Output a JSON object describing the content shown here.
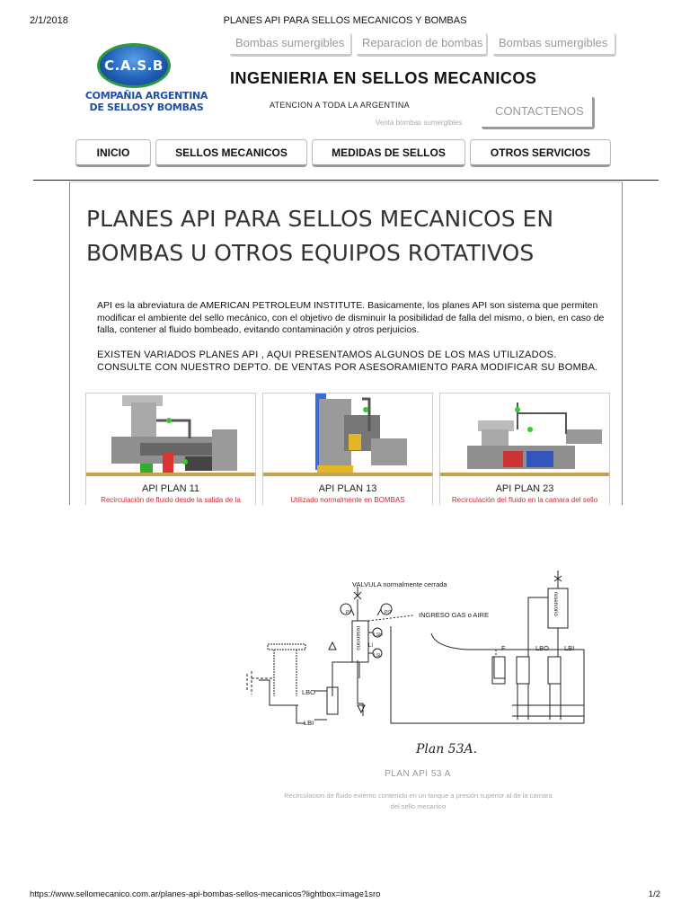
{
  "print_header": {
    "date": "2/1/2018",
    "title": "PLANES API PARA SELLOS MECANICOS Y BOMBAS"
  },
  "logo": {
    "mark": "C.A.S.B",
    "line1": "COMPAÑIA ARGENTINA",
    "line2": "DE SELLOSY BOMBAS",
    "colors": {
      "blue": "#1f5fb8",
      "green": "#2e9a3c"
    }
  },
  "top_links": [
    "Bombas sumergibles",
    "Reparacion de bombas",
    "Bombas sumergibles"
  ],
  "header": {
    "title": "INGENIERIA EN SELLOS MECANICOS",
    "attention": "ATENCION A TODA LA ARGENTINA",
    "small_link": "Venta bombas sumergibles",
    "contact_button": "CONTACTENOS"
  },
  "nav": [
    "INICIO",
    "SELLOS MECANICOS",
    "MEDIDAS DE SELLOS",
    "OTROS SERVICIOS"
  ],
  "content": {
    "headline": "PLANES API  PARA SELLOS MECANICOS EN BOMBAS U OTROS EQUIPOS ROTATIVOS",
    "paragraph1": "API  es la abreviatura de AMERICAN PETROLEUM INSTITUTE.  Basicamente, los planes API son sistema que permiten modificar el ambiente del sello mecánico, con el objetivo de disminuir la posibilidad de falla del mismo, o bien, en caso de falla, contener al fluido bombeado, evitando contaminación y otros perjuicios.",
    "paragraph2": "EXISTEN VARIADOS PLANES API , AQUI PRESENTAMOS ALGUNOS DE LOS MAS UTILIZADOS. CONSULTE CON NUESTRO DEPTO. DE VENTAS POR ASESORAMIENTO PARA MODIFICAR SU BOMBA.",
    "thumbnails": [
      {
        "caption": "API PLAN 11",
        "description": "Recirculación de fluido desde la salida de la"
      },
      {
        "caption": "API PLAN 13",
        "description": "Utilizado normalmente en BOMBAS"
      },
      {
        "caption": "API PLAN 23",
        "description": "Recirculación del fluido en la camara del sello"
      }
    ]
  },
  "lightbox": {
    "diagram_labels": {
      "valve": "VALVULA normalmente cerrada",
      "gas": "INGRESO GAS o AIRE",
      "lbo": "LBO",
      "lbi": "LBI",
      "f": "F",
      "pi": "PI",
      "pit": "PIT",
      "li": "LI",
      "lsh": "LSH",
      "lsl": "LSL",
      "reservoir": "reservorio"
    },
    "caption": "Plan 53A.",
    "label": "PLAN API 53 A",
    "description": "Recirculacion de fluido externo contenido en un tanque a presión superior al de la camara del sello mecanico"
  },
  "print_footer": {
    "url": "https://www.sellomecanico.com.ar/planes-api-bombas-sellos-mecanicos?lightbox=image1sro",
    "page": "1/2"
  }
}
